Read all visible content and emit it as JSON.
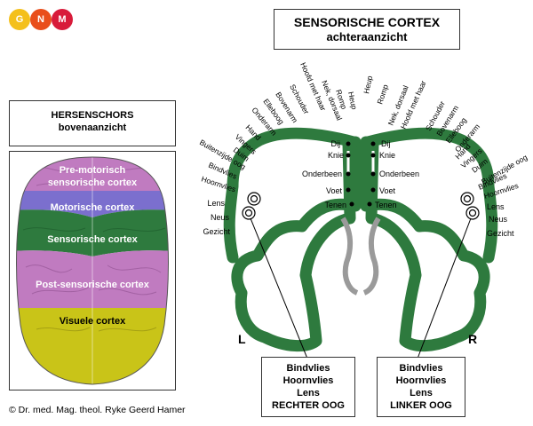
{
  "logo": {
    "letters": [
      "G",
      "N",
      "M"
    ],
    "colors": [
      "#f4c01b",
      "#e94e1b",
      "#d81b3a"
    ]
  },
  "title": {
    "line1": "SENSORISCHE CORTEX",
    "line2": "achteraanzicht"
  },
  "top_view": {
    "title_line1": "HERSENSCHORS",
    "title_line2": "bovenaanzicht",
    "regions": [
      {
        "label_lines": [
          "Pre-motorisch",
          "sensorische cortex"
        ],
        "color": "#c07bc0"
      },
      {
        "label_lines": [
          "Motorische cortex"
        ],
        "color": "#7b6fce"
      },
      {
        "label_lines": [
          "Sensorische cortex"
        ],
        "color": "#2e7a3e"
      },
      {
        "label_lines": [
          "Post-sensorische cortex"
        ],
        "color": "#c07bc0"
      },
      {
        "label_lines": [
          "Visuele cortex"
        ],
        "color": "#c9c418"
      }
    ]
  },
  "cortex": {
    "color": "#2e7a3e",
    "left_arc_labels": [
      "Heup",
      "Romp",
      "Nek, dorsaal",
      "Hoofd met haar",
      "Schouder",
      "Bovenarm",
      "Elleboog",
      "Onderarm",
      "Hand",
      "Vingers",
      "Duim",
      "Buitenzijde oog",
      "Bindvlies",
      "Hoornvlies",
      "Lens",
      "Neus",
      "Gezicht"
    ],
    "right_arc_labels": [
      "Heup",
      "Romp",
      "Nek, dorsaal",
      "Hoofd met haar",
      "Schouder",
      "Bovenarm",
      "Elleboog",
      "Onderarm",
      "Hand",
      "Vingers",
      "Duim",
      "Buitenzijde oog",
      "Bindvlies",
      "Hoornvlies",
      "Lens",
      "Neus",
      "Gezicht"
    ],
    "left_medial_labels": [
      "Dij",
      "Knie",
      "Onderbeen",
      "Voet",
      "Tenen"
    ],
    "right_medial_labels": [
      "Dij",
      "Knie",
      "Onderbeen",
      "Voet",
      "Tenen"
    ],
    "side_left": "L",
    "side_right": "R"
  },
  "eye_boxes": [
    {
      "lines": [
        "Bindvlies",
        "Hoornvlies",
        "Lens",
        "RECHTER OOG"
      ]
    },
    {
      "lines": [
        "Bindvlies",
        "Hoornvlies",
        "Lens",
        "LINKER OOG"
      ]
    }
  ],
  "copyright": "© Dr. med. Mag. theol. Ryke Geerd Hamer"
}
